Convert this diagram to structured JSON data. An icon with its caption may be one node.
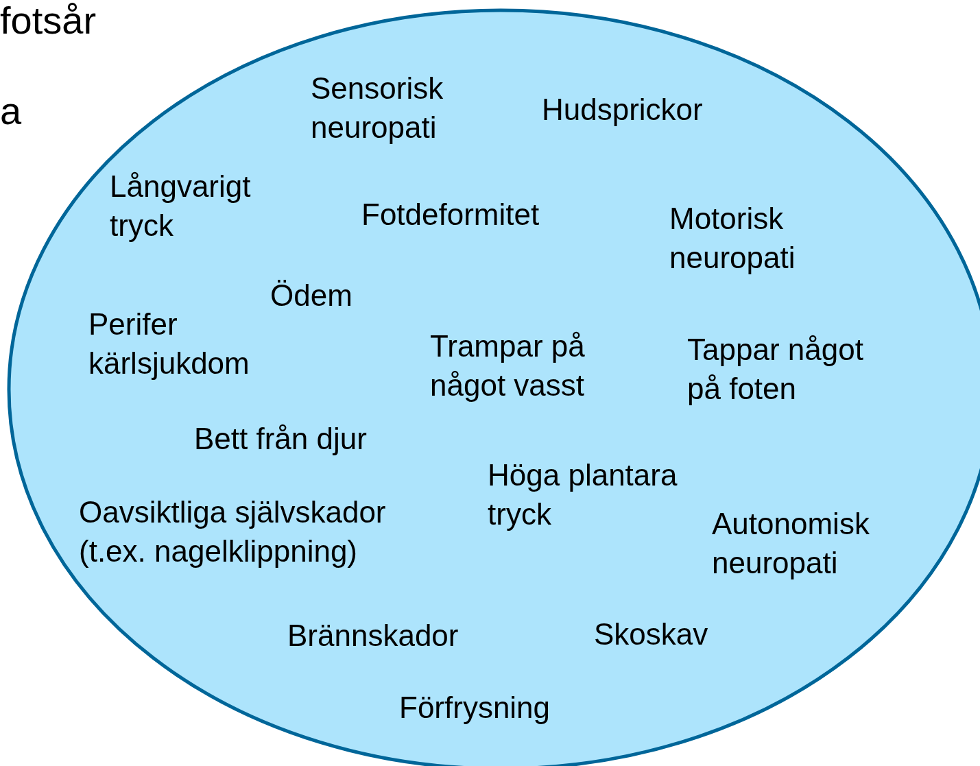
{
  "diagram": {
    "nodes": [
      {
        "text": [
          "Sensorisk neuropati",
          "Hudsprickor",
          "Långvarigt tryck",
          "Fotdeformitet",
          "Motorisk neuropati",
          "Ödem",
          "Perifer kärlsjukdom",
          "Trampar på något vasst",
          "Tappar något på foten",
          "Bett från djur",
          "Höga plantara tryck",
          "Oavsiktliga självskador (t.ex. nagelklippning)",
          "Autonomisk neuropati",
          "Brännskador",
          "Skoskav",
          "Förfrysning"
        ]
      }
    ],
    "labels": [
      "fotsår",
      "a"
    ]
  }
}
